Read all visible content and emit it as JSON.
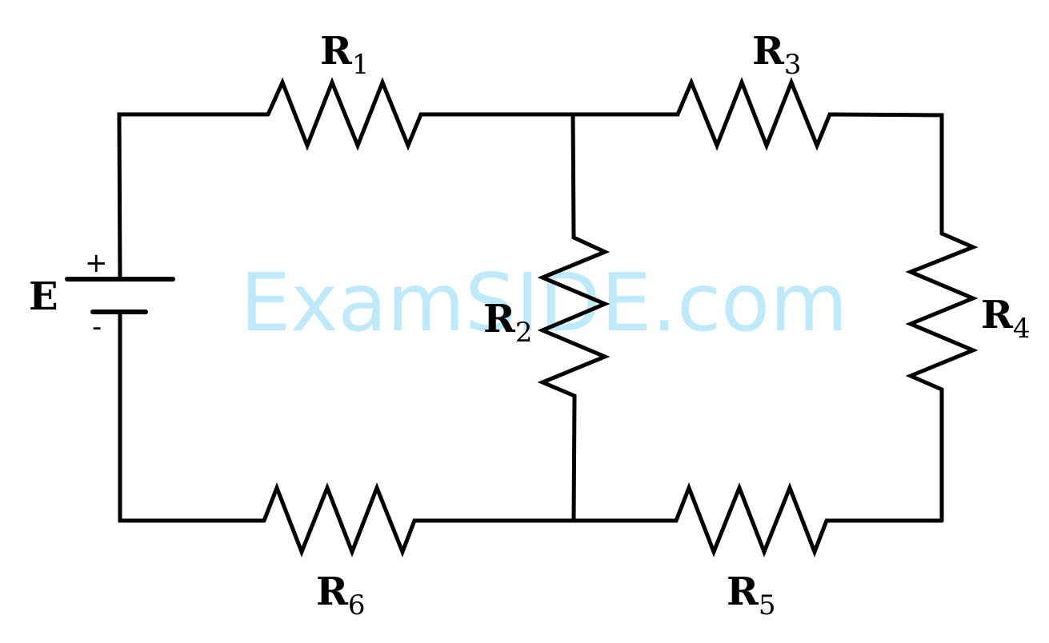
{
  "diagram": {
    "type": "circuit-schematic",
    "watermark": "ExamSIDE.com",
    "colors": {
      "wire": "#000000",
      "watermark": "#bfeafb",
      "background": "#ffffff"
    },
    "battery": {
      "label": "E",
      "positive_sign": "+",
      "negative_sign": "-"
    },
    "resistors": [
      {
        "id": "R1",
        "main": "R",
        "sub": "1",
        "position": "top-left branch"
      },
      {
        "id": "R2",
        "main": "R",
        "sub": "2",
        "position": "middle vertical branch"
      },
      {
        "id": "R3",
        "main": "R",
        "sub": "3",
        "position": "top-right branch"
      },
      {
        "id": "R4",
        "main": "R",
        "sub": "4",
        "position": "right vertical branch"
      },
      {
        "id": "R5",
        "main": "R",
        "sub": "5",
        "position": "bottom-right branch"
      },
      {
        "id": "R6",
        "main": "R",
        "sub": "6",
        "position": "bottom-left branch"
      }
    ]
  }
}
